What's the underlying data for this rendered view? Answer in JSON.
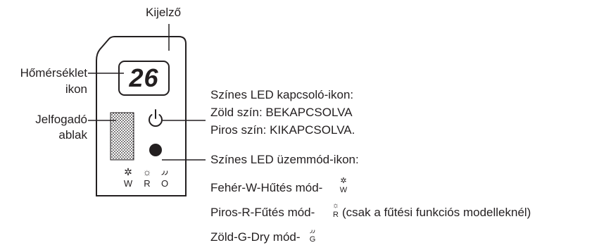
{
  "labels": {
    "display": "Kijelző",
    "temp_icon_line1": "Hőmérséklet",
    "temp_icon_line2": "ikon",
    "receiver_line1": "Jelfogadó",
    "receiver_line2": "ablak"
  },
  "display_value": "26",
  "power_led": {
    "title": "Színes LED kapcsoló-ikon:",
    "green": "Zöld szín: BEKAPCSOLVA",
    "red": "Piros szín: KIKAPCSOLVA."
  },
  "mode_led": {
    "title": "Színes LED üzemmód-ikon:",
    "cool": {
      "text": "Fehér-W-Hűtés mód-",
      "letter": "W"
    },
    "heat": {
      "text": "Piros-R-Fűtés mód-",
      "letter": "R",
      "note": "(csak a fűtési funkciós modelleknél)"
    },
    "dry": {
      "text": "Zöld-G-Dry mód-",
      "letter": "G"
    }
  },
  "panel_icon_letters": [
    "W",
    "R",
    "O"
  ],
  "icons": {
    "snowflake": "✲",
    "sun": "☼",
    "drops": "٫٫"
  }
}
